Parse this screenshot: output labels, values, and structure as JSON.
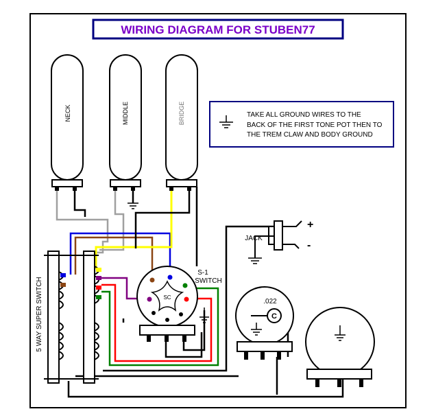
{
  "title": "WIRING DIAGRAM FOR STUBEN77",
  "pickups": {
    "neck": "NECK",
    "middle": "MIDDLE",
    "bridge": "BRIDGE"
  },
  "note": {
    "line1": "TAKE ALL GROUND WIRES TO THE",
    "line2": "BACK OF THE FIRST TONE POT THEN TO",
    "line3": "THE TREM CLAW AND BODY GROUND"
  },
  "jack": {
    "label": "JACK",
    "plus": "+",
    "minus": "-"
  },
  "switch_5way": "5 WAY SUPER SWITCH",
  "s1_switch": {
    "line1": "S-1",
    "line2": "SWITCH",
    "center": "SC"
  },
  "capacitor": {
    "value": ".022",
    "symbol": "C"
  },
  "colors": {
    "title_text": "#7a00c8",
    "frame": "#000080",
    "gray_wire": "#a0a0a0",
    "brown_wire": "#8b4513",
    "blue_wire": "#0000e0",
    "yellow_wire": "#ffff00",
    "purple_wire": "#800080",
    "red_wire": "#ff0000",
    "green_wire": "#008000",
    "black_wire": "#000000"
  }
}
